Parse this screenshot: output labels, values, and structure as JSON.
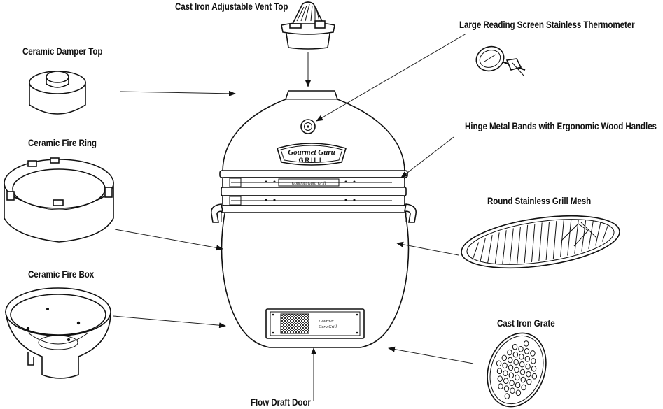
{
  "labels": {
    "vent_top": "Cast Iron Adjustable Vent Top",
    "damper_top": "Ceramic Damper Top",
    "thermometer": "Large Reading Screen Stainless Thermometer",
    "fire_ring": "Ceramic Fire Ring",
    "bands": "Hinge Metal Bands with Ergonomic Wood Handles",
    "grill_mesh": "Round Stainless Grill Mesh",
    "fire_box": "Ceramic Fire Box",
    "grate": "Cast Iron Grate",
    "draft_door": "Flow Draft Door"
  },
  "branding": {
    "logo_line1": "Gourmet Guru",
    "logo_line2": "GRILL",
    "band_text": "Gourmet Guru Grill",
    "door_line1": "Gourmet",
    "door_line2": "Guru Grill"
  },
  "colors": {
    "line": "#111111",
    "background": "#ffffff"
  }
}
